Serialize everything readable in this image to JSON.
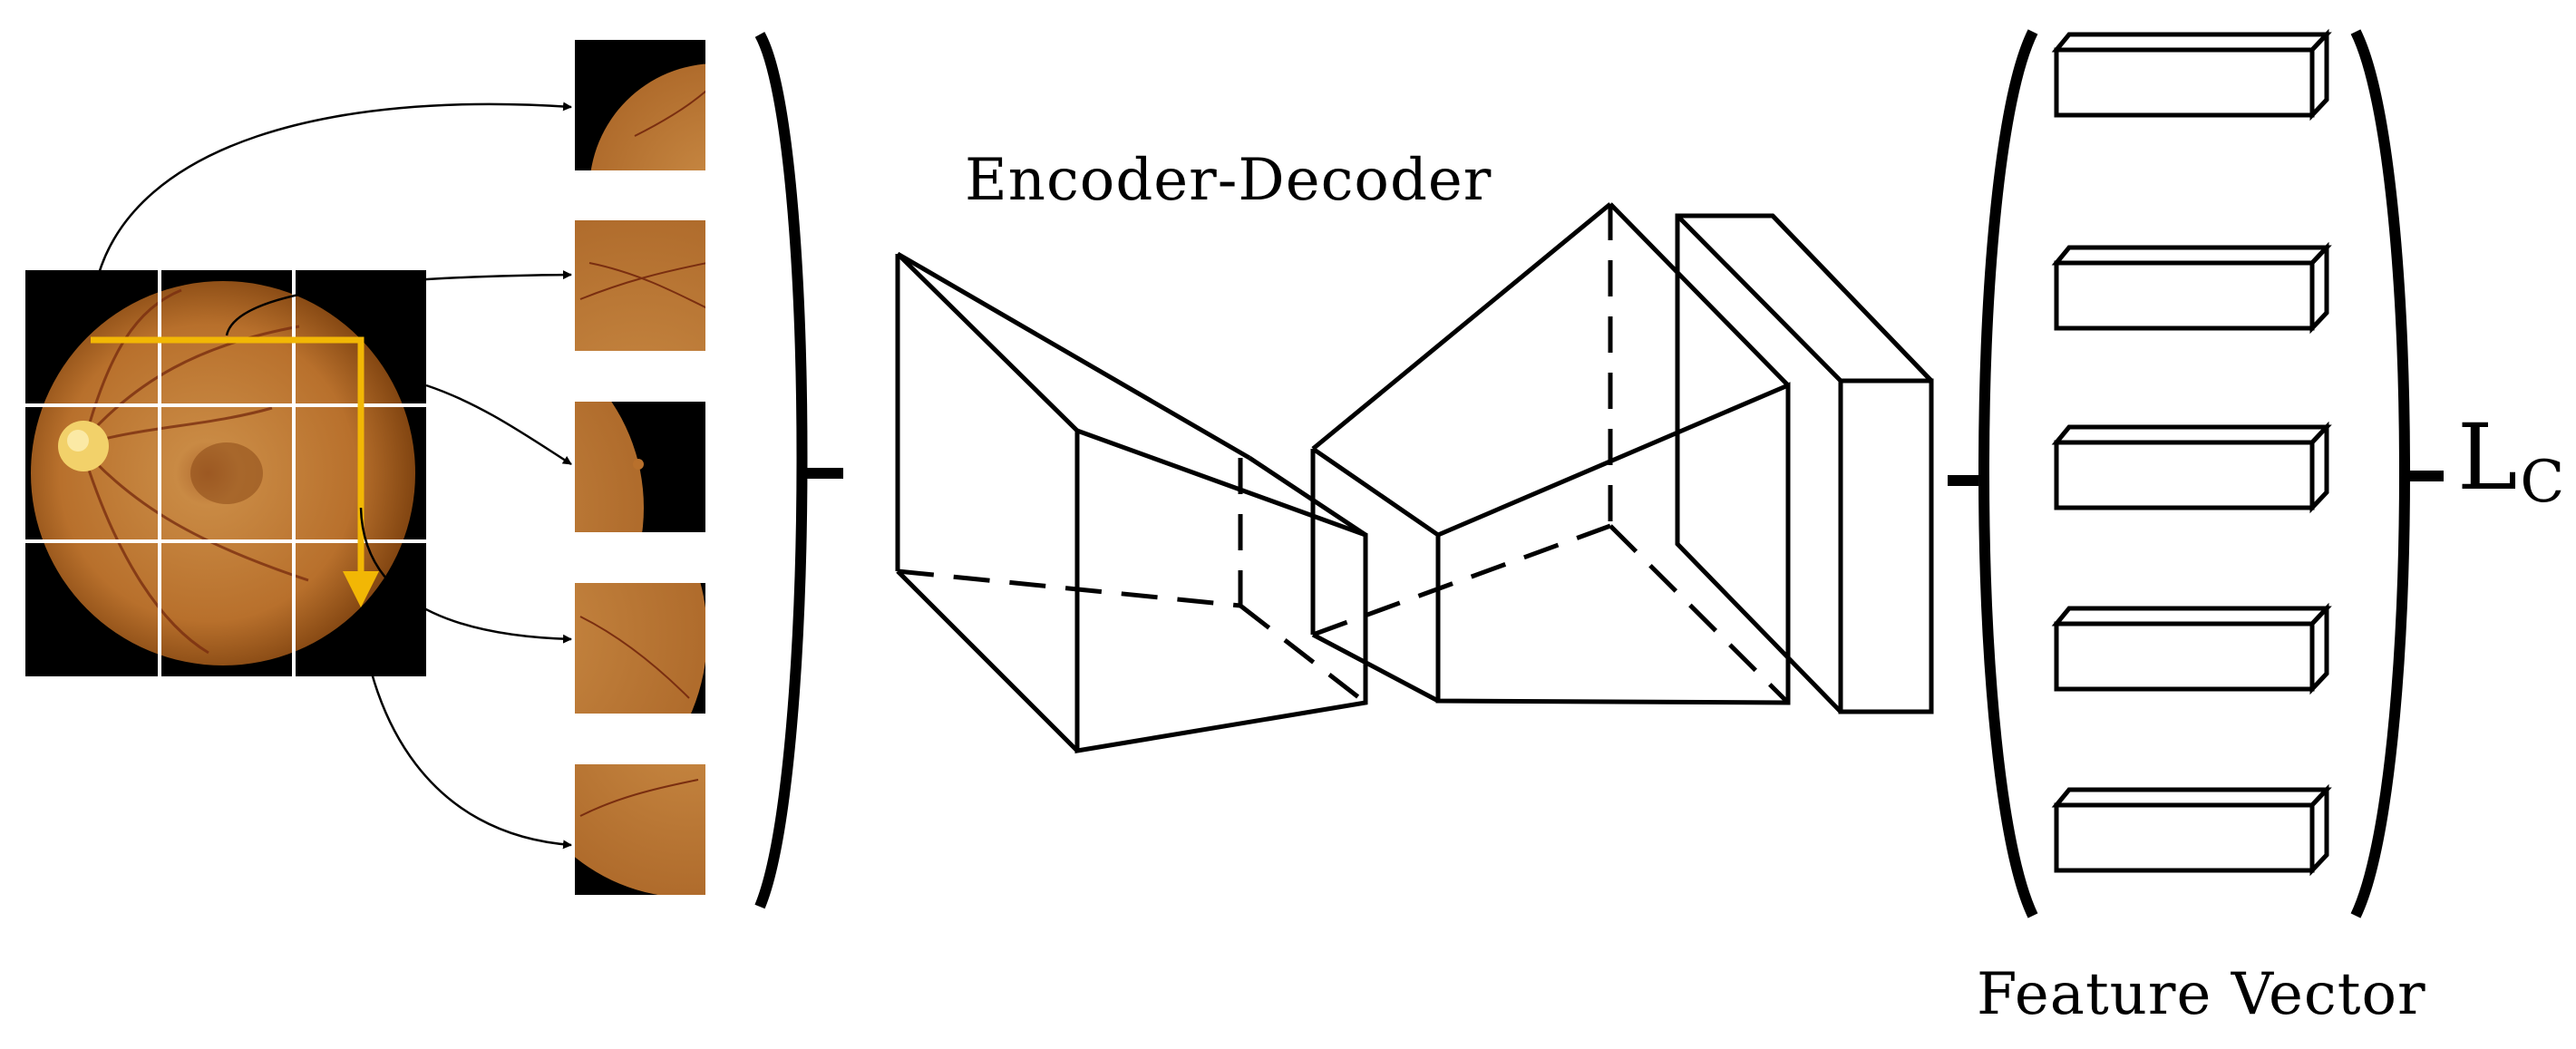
{
  "labels": {
    "encoder_decoder": "Encoder-Decoder",
    "feature_vector": "Feature Vector",
    "loss_main": "L",
    "loss_sub": "C"
  },
  "colors": {
    "stroke": "#000000",
    "arrow_path": "#f2b705",
    "grid_line": "#ffffff",
    "fundus_bg": "#000000",
    "fundus_outer": "#8a4a12",
    "fundus_mid": "#b8702c",
    "fundus_light": "#c98a44",
    "optic_disc": "#f2d16a"
  },
  "figure": {
    "grid": {
      "rows": 3,
      "cols": 3
    },
    "patch_count": 5,
    "feature_vector_count": 5
  }
}
